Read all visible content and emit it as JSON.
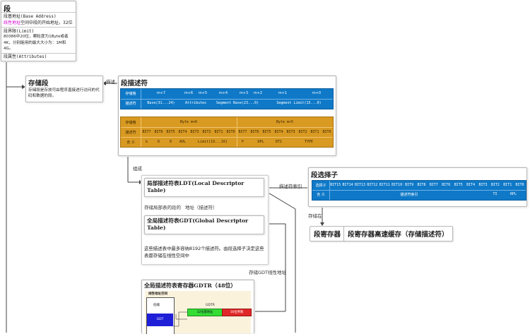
{
  "segment": {
    "title": "段",
    "base_label": "段基地址(Base Address)",
    "base_highlight": "线性地址",
    "base_desc": "空间中段的开始地址，32位",
    "limit_label": "段界限(Limit)",
    "limit_desc": "80386中20位，颗粒度为1Byte或者4K，分别能用的最大大小为：1M和4G。",
    "attr_label": "段属性(Attributes)"
  },
  "storage_segment": {
    "title": "存储段",
    "desc": "存储段是存放可由程序直接进行访问的代码和数据的段。"
  },
  "edge_labels": {
    "describe": "描述",
    "compose": "组成",
    "selector_index": "描述符索引",
    "stored_in": "存储在",
    "store_ldt_desc": "存储局部表的段的",
    "address_desc": "地址（描述符）",
    "store_gdt_addr": "存储GDT线性地址"
  },
  "descriptor": {
    "title": "段描述符",
    "blue_row1": [
      "存储格",
      "m+7",
      "m+6",
      "m+5",
      "m+4",
      "m+3",
      "m+2",
      "m+1",
      "m+0"
    ],
    "blue_row2": [
      "描述符",
      "Base(31...24)",
      "Attributes",
      "Segment Base(23...0)",
      "Segment Limit(15...0)"
    ],
    "gold_row1": [
      "存储格",
      "Byte m+6",
      "Byte m+5"
    ],
    "gold_row2": [
      "描述符",
      "BIT7",
      "BIT6",
      "BIT5",
      "BIT4",
      "BIT3",
      "BIT2",
      "BIT1",
      "BIT0",
      "BIT7",
      "BIT6",
      "BIT5",
      "BIT4",
      "BIT3",
      "BIT2",
      "BIT1",
      "BIT0"
    ],
    "gold_row3": [
      "含 义",
      "G",
      "D",
      "0",
      "AVL",
      "Limit(19...16)",
      "P",
      "DPL",
      "DT1",
      "TYPE"
    ]
  },
  "ldt": {
    "title": "局部描述符表LDT(Local Descriptor Table)"
  },
  "gdt": {
    "title": "全局描述符表GDT(Global Descriptor Table)",
    "note": "这些描述表中最多容纳8192个描述符。由段选择子决定这些表都存储在线性空间中"
  },
  "selector": {
    "title": "段选择子",
    "row1": [
      "选择子",
      "BIT15",
      "BIT14",
      "BIT13",
      "BIT12",
      "BIT11",
      "BIT10",
      "BIT9",
      "BIT8",
      "BIT7",
      "BIT6",
      "BIT5",
      "BIT4",
      "BIT3",
      "BIT2",
      "BIT1",
      "BIT0"
    ],
    "row2": [
      "含 义",
      "描述符索引",
      "TI",
      "RPL"
    ]
  },
  "seg_register": "段寄存器",
  "seg_cache": "段寄存器高速缓存（存储描述符）",
  "gdtr": {
    "title": "全局描述符表寄存器GDTR（48位）",
    "space_label": "线性地址空间",
    "low_label": "低端",
    "gdt_box": "GDT",
    "reg_label": "GDTR",
    "base_label": "32位基地址",
    "limit_label": "16位界限"
  },
  "colors": {
    "blue": "#0f79c8",
    "gold": "#d99a22",
    "green": "#33dd33",
    "red": "#e02828",
    "magenta": "#d400d4"
  }
}
